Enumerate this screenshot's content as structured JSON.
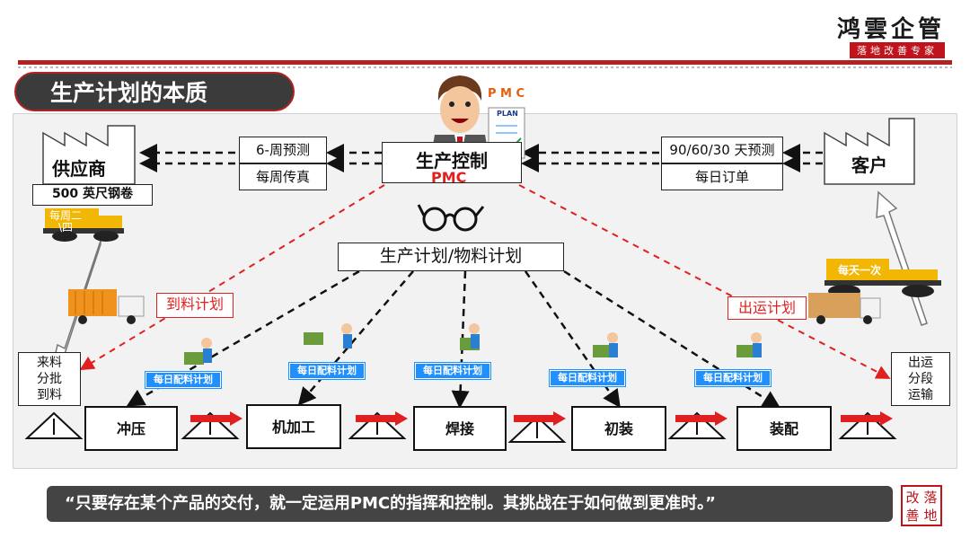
{
  "logo": {
    "name": "鸿雲企管",
    "tagline": "落地改善专家"
  },
  "title": "生产计划的本质",
  "pmc": {
    "label_top": "P M C",
    "label_bottom": "PMC",
    "plan_label": "PLAN"
  },
  "supplier": {
    "name": "供应商",
    "item": "500 英尺钢卷",
    "truck_label": "每周二\\四"
  },
  "customer": {
    "name": "客户",
    "truck_label": "每天一次"
  },
  "left_info": {
    "forecast": "6-周预测",
    "fax": "每周传真"
  },
  "right_info": {
    "forecast": "90/60/30 天预测",
    "orders": "每日订单"
  },
  "center": {
    "name": "生产控制",
    "plan": "生产计划/物料计划"
  },
  "labels": {
    "arrival_plan": "到料计划",
    "shipping_plan": "出运计划",
    "daily_material": "每日配料计划"
  },
  "incoming": {
    "line1": "来料",
    "line2": "分批",
    "line3": "到料"
  },
  "outgoing": {
    "line1": "出运",
    "line2": "分段",
    "line3": "运输"
  },
  "processes": [
    "冲压",
    "机加工",
    "焊接",
    "初装",
    "装配"
  ],
  "inventory_symbol": "I",
  "quote": "“只要存在某个产品的交付，就一定运用PMC的指挥和控制。其挑战在于如何做到更准时。”",
  "seal": {
    "chars": [
      "改",
      "落",
      "善",
      "地"
    ]
  },
  "colors": {
    "accent_red": "#b22222",
    "dashed_red": "#e02020",
    "badge_blue": "#1e90ff",
    "dark": "#3b3b3b"
  }
}
